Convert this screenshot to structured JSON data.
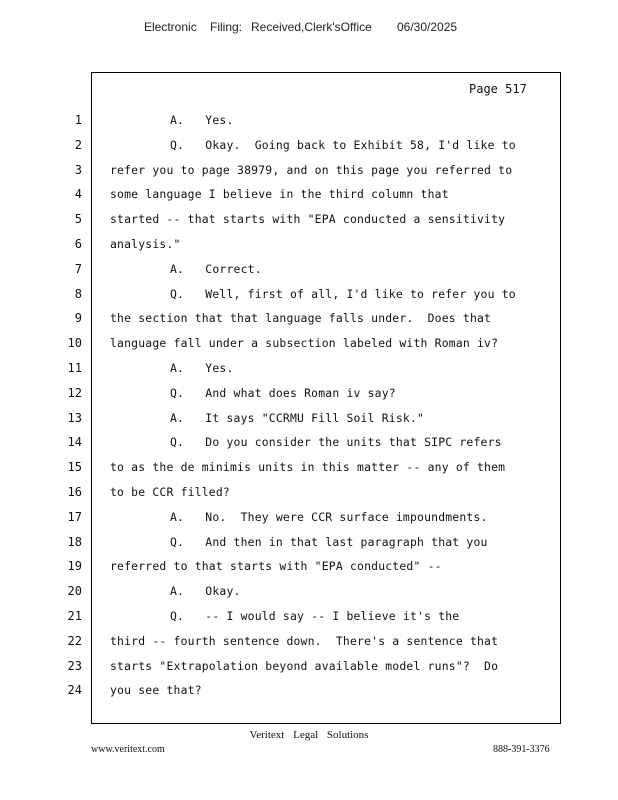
{
  "header": {
    "label1": "Electronic",
    "label2": "Filing:",
    "label3": "Received,Clerk'sOffice",
    "date": "06/30/2025"
  },
  "page_label": "Page 517",
  "lines": [
    {
      "num": "1",
      "text": "A.   Yes.",
      "indent": true
    },
    {
      "num": "2",
      "text": "Q.   Okay.  Going back to Exhibit 58, I'd like to",
      "indent": true
    },
    {
      "num": "3",
      "text": "refer you to page 38979, and on this page you referred to",
      "indent": false
    },
    {
      "num": "4",
      "text": "some language I believe in the third column that",
      "indent": false
    },
    {
      "num": "5",
      "text": "started -- that starts with \"EPA conducted a sensitivity",
      "indent": false
    },
    {
      "num": "6",
      "text": "analysis.\"",
      "indent": false
    },
    {
      "num": "7",
      "text": "A.   Correct.",
      "indent": true
    },
    {
      "num": "8",
      "text": "Q.   Well, first of all, I'd like to refer you to",
      "indent": true
    },
    {
      "num": "9",
      "text": "the section that that language falls under.  Does that",
      "indent": false
    },
    {
      "num": "10",
      "text": "language fall under a subsection labeled with Roman iv?",
      "indent": false
    },
    {
      "num": "11",
      "text": "A.   Yes.",
      "indent": true
    },
    {
      "num": "12",
      "text": "Q.   And what does Roman iv say?",
      "indent": true
    },
    {
      "num": "13",
      "text": "A.   It says \"CCRMU Fill Soil Risk.\"",
      "indent": true
    },
    {
      "num": "14",
      "text": "Q.   Do you consider the units that SIPC refers",
      "indent": true
    },
    {
      "num": "15",
      "text": "to as the de minimis units in this matter -- any of them",
      "indent": false
    },
    {
      "num": "16",
      "text": "to be CCR filled?",
      "indent": false
    },
    {
      "num": "17",
      "text": "A.   No.  They were CCR surface impoundments.",
      "indent": true
    },
    {
      "num": "18",
      "text": "Q.   And then in that last paragraph that you",
      "indent": true
    },
    {
      "num": "19",
      "text": "referred to that starts with \"EPA conducted\" --",
      "indent": false
    },
    {
      "num": "20",
      "text": "A.   Okay.",
      "indent": true
    },
    {
      "num": "21",
      "text": "Q.   -- I would say -- I believe it's the",
      "indent": true
    },
    {
      "num": "22",
      "text": "third -- fourth sentence down.  There's a sentence that",
      "indent": false
    },
    {
      "num": "23",
      "text": "starts \"Extrapolation beyond available model runs\"?  Do",
      "indent": false
    },
    {
      "num": "24",
      "text": "you see that?",
      "indent": false
    }
  ],
  "footer": {
    "brand": "Veritext Legal Solutions",
    "website": "www.veritext.com",
    "phone": "888-391-3376"
  }
}
